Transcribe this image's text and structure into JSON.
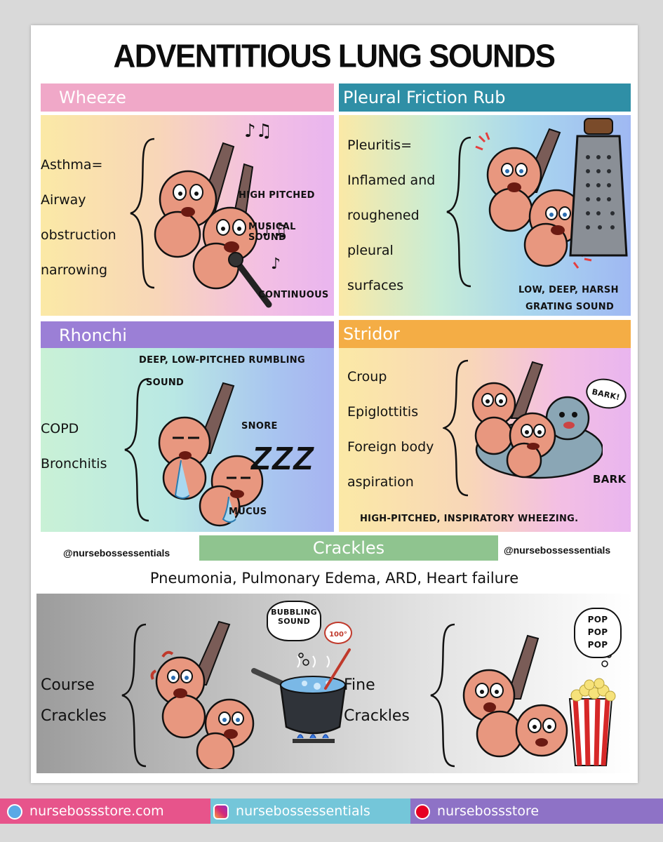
{
  "title": "ADVENTITIOUS LUNG SOUNDS",
  "wheeze": {
    "header": "Wheeze",
    "conditions": [
      "Asthma=",
      "Airway",
      "obstruction",
      "narrowing"
    ],
    "notes": [
      "HIGH PITCHED",
      "MUSICAL SOUND",
      "CONTINUOUS"
    ]
  },
  "pleural": {
    "header": "Pleural Friction Rub",
    "conditions": [
      "Pleuritis=",
      "Inflamed and",
      "roughened",
      "pleural",
      "surfaces"
    ],
    "notes": [
      "LOW, DEEP, HARSH",
      "GRATING SOUND"
    ]
  },
  "rhonchi": {
    "header": "Rhonchi",
    "conditions": [
      "COPD",
      "Bronchitis"
    ],
    "notes": [
      "DEEP, LOW-PITCHED RUMBLING",
      "SOUND",
      "SNORE",
      "MUCUS"
    ],
    "zzz": "ZZZ"
  },
  "stridor": {
    "header": "Stridor",
    "conditions": [
      "Croup",
      "Epiglottitis",
      "Foreign body",
      "aspiration"
    ],
    "notes": [
      "BARK!",
      "BARK",
      "HIGH-PITCHED, INSPIRATORY WHEEZING."
    ]
  },
  "crackles": {
    "header": "Crackles",
    "handle_left": "@nursebossessentials",
    "handle_right": "@nursebossessentials",
    "subtitle": "Pneumonia, Pulmonary Edema, ARD, Heart failure",
    "coarse": [
      "Course",
      "Crackles"
    ],
    "fine": [
      "Fine",
      "Crackles"
    ],
    "bubble": [
      "BUBBLING",
      "SOUND"
    ],
    "thermometer": "100°",
    "pop": [
      "POP",
      "POP",
      "POP"
    ]
  },
  "footer": {
    "website": "nursebossstore.com",
    "instagram": "nursebossessentials",
    "pinterest": "nursebossstore",
    "colors": [
      "#e7548b",
      "#74c6d9",
      "#8e72c6"
    ]
  },
  "colors": {
    "wheeze_header": "#f0a8c8",
    "pleural_header": "#2f8fa6",
    "rhonchi_header": "#9b7fd6",
    "stridor_header": "#f4ad45",
    "crackles_header": "#8fc48f"
  }
}
